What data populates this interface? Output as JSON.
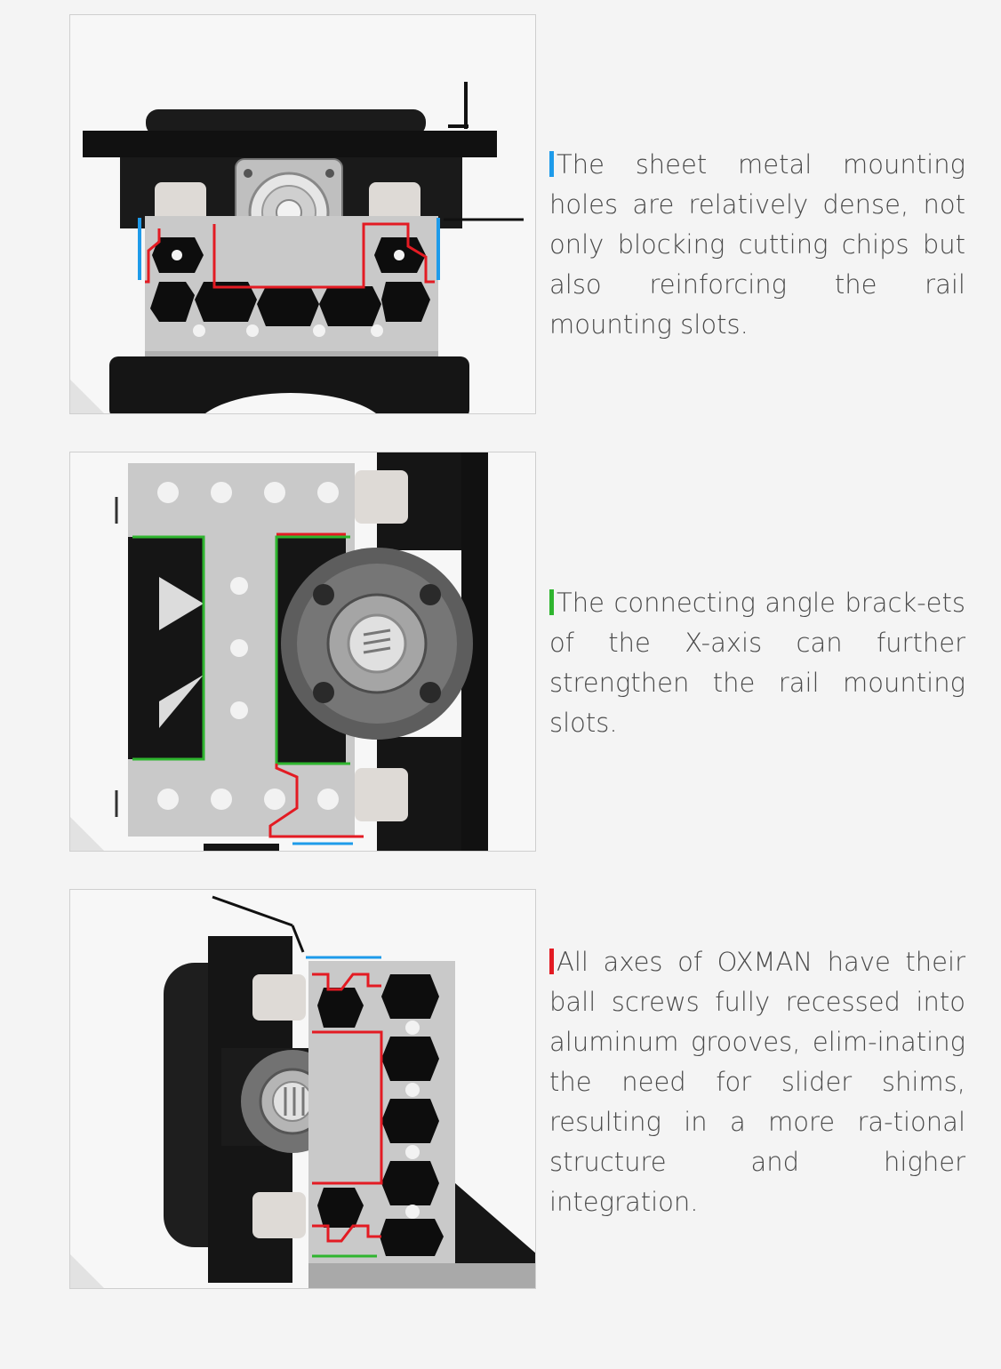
{
  "sections": [
    {
      "marker_color": "#1e9bea",
      "caption": "The sheet metal mounting holes are relatively dense, not only blocking cutting chips but also reinforcing the rail mounting slots.",
      "highlight_colors": [
        "#e31b23",
        "#1e9bea"
      ]
    },
    {
      "marker_color": "#2fb52f",
      "caption": "The connecting angle brack-ets of the X-axis can further strengthen the rail mounting slots.",
      "highlight_colors": [
        "#2fb52f",
        "#e31b23",
        "#1e9bea"
      ]
    },
    {
      "marker_color": "#e31b23",
      "caption": "All axes of OXMAN have their ball screws fully recessed into aluminum grooves, elim-inating the need for slider shims, resulting in a more ra-tional structure and higher integration.",
      "highlight_colors": [
        "#e31b23",
        "#1e9bea",
        "#2fb52f"
      ]
    }
  ]
}
